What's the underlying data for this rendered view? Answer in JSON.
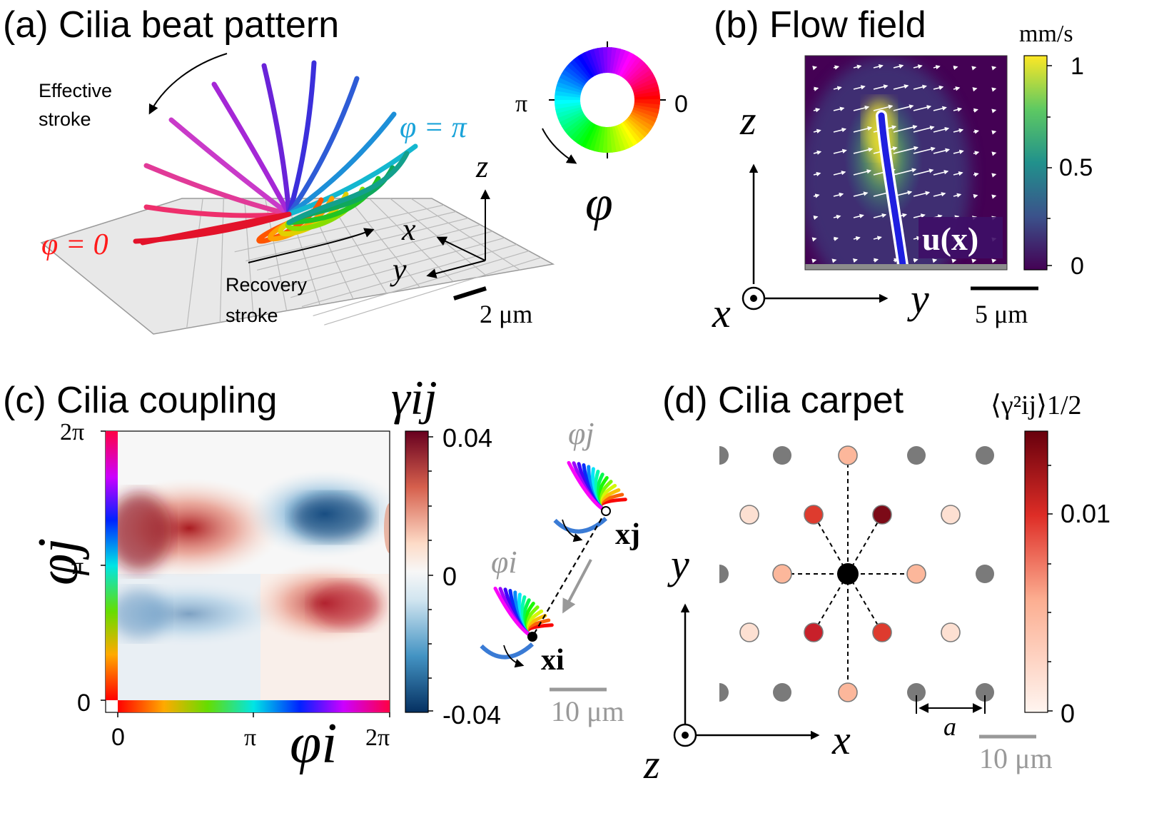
{
  "panel_a": {
    "title": "(a) Cilia beat pattern",
    "effective_stroke": [
      "Effective",
      "stroke"
    ],
    "recovery_stroke": [
      "Recovery",
      "stroke"
    ],
    "phase_start": "φ = 0",
    "phase_pi": "φ = π",
    "axis_x": "x",
    "axis_y": "y",
    "axis_z": "z",
    "scalebar": "2 μm",
    "wheel_pi": "π",
    "wheel_zero": "0",
    "wheel_symbol": "φ"
  },
  "panel_b": {
    "title": "(b) Flow field",
    "colorbar_unit": "mm/s",
    "colorbar_ticks": [
      "1",
      "0.5",
      "0"
    ],
    "field_label": "u(x)",
    "axis_z": "z",
    "axis_x": "x",
    "axis_y": "y",
    "scalebar": "5 μm"
  },
  "panel_c": {
    "title": "(c) Cilia coupling",
    "colorbar_symbol": "γij",
    "colorbar_ticks": [
      "0.04",
      "0",
      "-0.04"
    ],
    "y_ticks": [
      "2π",
      "π",
      "0"
    ],
    "x_ticks": [
      "0",
      "π",
      "2π"
    ],
    "axis_y_label": "φj",
    "axis_x_label": "φi",
    "phi_j": "φj",
    "phi_i": "φi",
    "x_j": "xj",
    "x_i": "xi",
    "scalebar": "10 μm"
  },
  "panel_d": {
    "title": "(d) Cilia carpet",
    "colorbar_symbol": "⟨γ²ij⟩1/2",
    "colorbar_ticks": [
      "0.01",
      "0"
    ],
    "axis_y": "y",
    "axis_x": "x",
    "axis_z": "z",
    "spacing_label": "a",
    "scalebar": "10 μm"
  },
  "colors": {
    "coupling_red": "#b2182b",
    "coupling_blue": "#2166ac",
    "flow_dark": "#440154",
    "flow_yellow": "#fde725"
  }
}
